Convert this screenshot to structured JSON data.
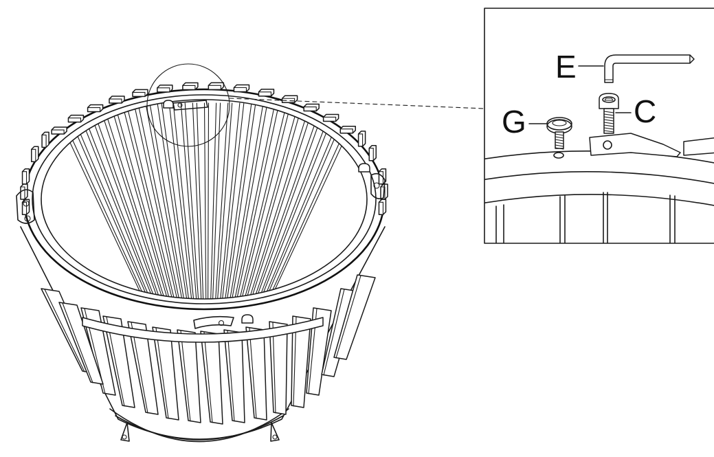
{
  "diagram": {
    "colors": {
      "line": "#1a1a1a",
      "background": "#ffffff"
    },
    "callouts": [
      {
        "id": "E",
        "label": "E",
        "part": "hex-key-icon"
      },
      {
        "id": "C",
        "label": "C",
        "part": "bolt-icon"
      },
      {
        "id": "G",
        "label": "G",
        "part": "cap-screw-icon"
      }
    ]
  }
}
